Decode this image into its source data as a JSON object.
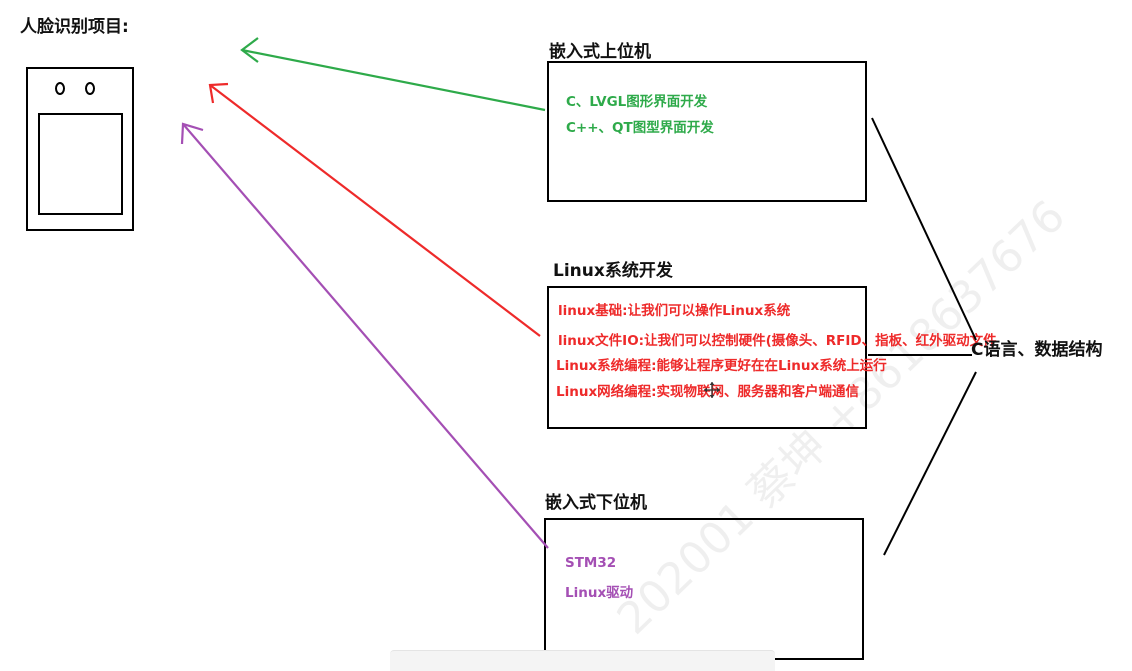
{
  "project_title": "人脸识别项目:",
  "upper": {
    "heading": "嵌入式上位机",
    "lines": [
      "C、LVGL图形界面开发",
      "C++、QT图型界面开发"
    ]
  },
  "linux": {
    "heading": "Linux系统开发",
    "lines": [
      "linux基础:让我们可以操作Linux系统",
      "linux文件IO:让我们可以控制硬件(摄像头、RFID、指板、红外驱动文件",
      "Linux系统编程:能够让程序更好在在Linux系统上运行",
      "Linux网络编程:实现物联网、服务器和客户端通信"
    ]
  },
  "lower": {
    "heading": "嵌入式下位机",
    "lines": [
      "STM32",
      "Linux驱动"
    ]
  },
  "foundation": "C语言、数据结构",
  "watermark": "202001 蔡坤 +8618637676",
  "colors": {
    "upper": "#2eaa4a",
    "linux": "#ee2a2a",
    "lower": "#a44fb4"
  }
}
